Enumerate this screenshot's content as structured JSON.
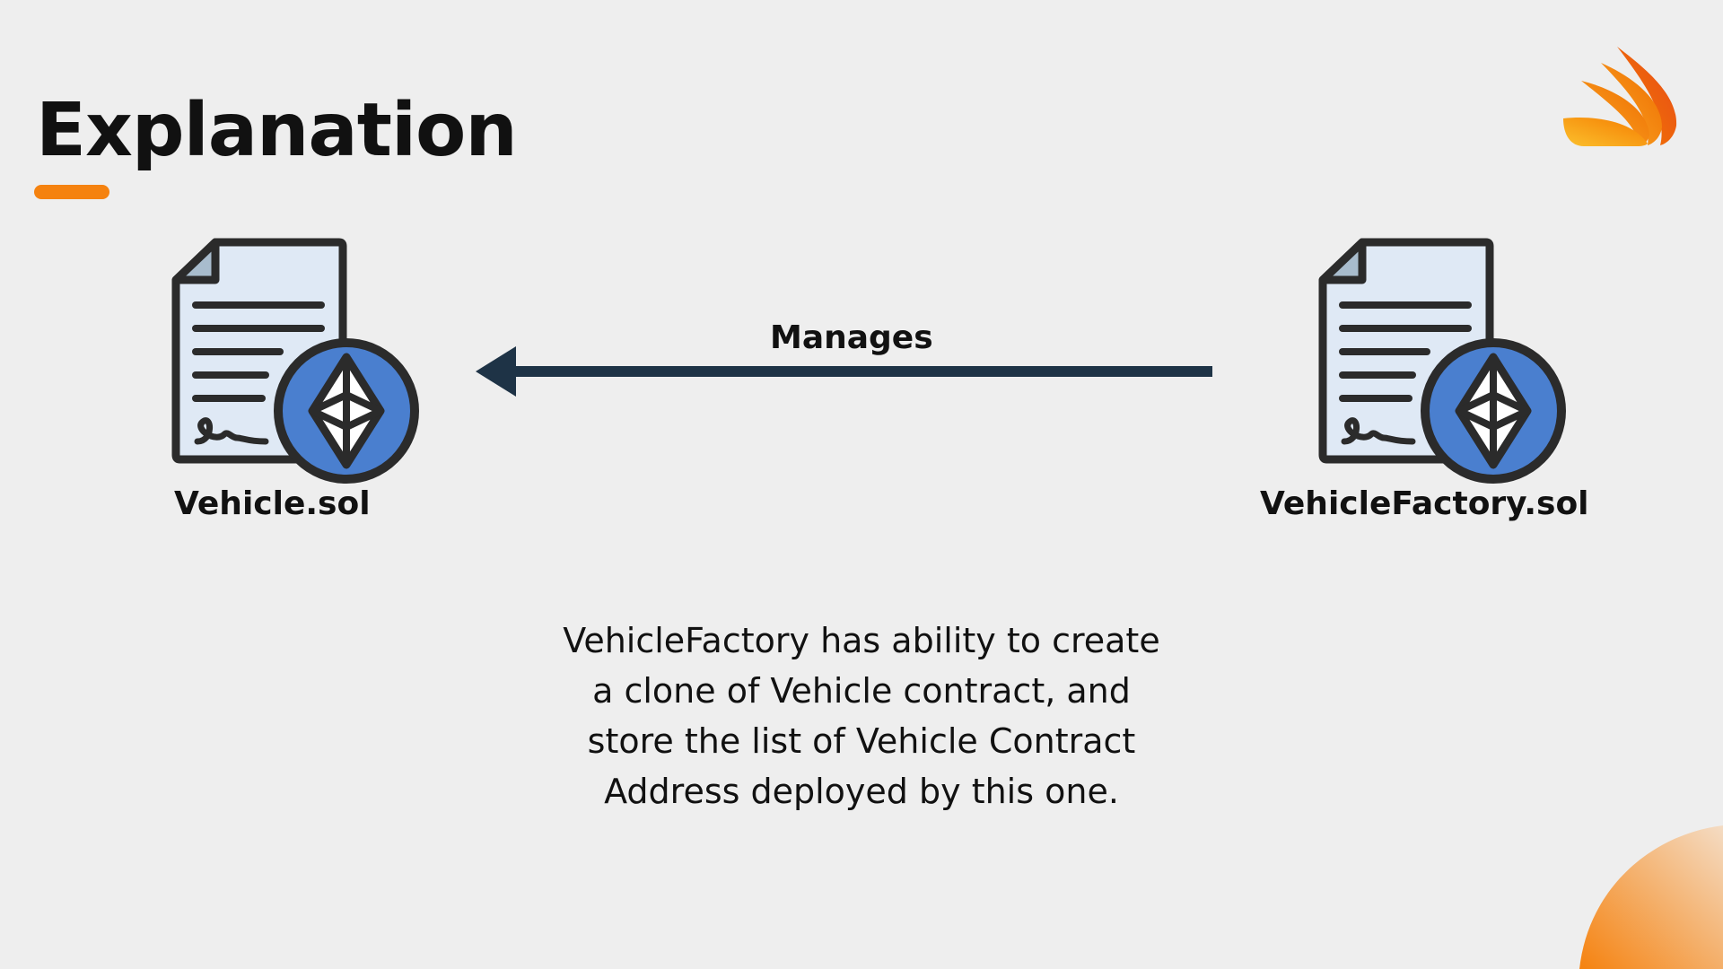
{
  "slide": {
    "title": "Explanation",
    "accent_color": "#f5820f",
    "background_color": "#eeeeee"
  },
  "diagram": {
    "nodes": [
      {
        "id": "vehicle",
        "label": "Vehicle.sol",
        "icon": "ethereum-contract-document-icon"
      },
      {
        "id": "factory",
        "label": "VehicleFactory.sol",
        "icon": "ethereum-contract-document-icon"
      }
    ],
    "edge": {
      "from": "factory",
      "to": "vehicle",
      "label": "Manages",
      "color": "#1e3346"
    },
    "icon_colors": {
      "document_fill": "#dfe9f5",
      "document_stroke": "#2b2b2b",
      "ethereum_circle": "#4a7fcf"
    }
  },
  "description": {
    "lines": [
      "VehicleFactory has ability to create",
      "a clone of Vehicle contract, and",
      "store the list of Vehicle Contract",
      "Address deployed by this one."
    ]
  },
  "logo": {
    "icon": "flame-wing-logo-icon"
  }
}
